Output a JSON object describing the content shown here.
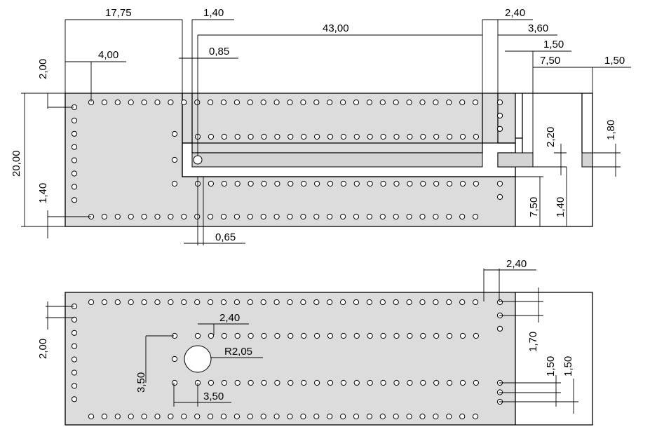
{
  "colors": {
    "board": "#dcdcdc",
    "line": "#000000",
    "background": "#ffffff"
  },
  "top_view": {
    "dimensions": {
      "d_17_75": "17,75",
      "d_1_40_top": "1,40",
      "d_43_00": "43,00",
      "d_2_40_top": "2,40",
      "d_3_60": "3,60",
      "d_1_50_a": "1,50",
      "d_7_50_h": "7,50",
      "d_1_50_b": "1,50",
      "d_4_00": "4,00",
      "d_0_85": "0,85",
      "d_2_00_left": "2,00",
      "d_20_00": "20,00",
      "d_1_40_left": "1,40",
      "d_2_20": "2,20",
      "d_1_80": "1,80",
      "d_7_50_v": "7,50",
      "d_1_40_right": "1,40",
      "d_0_65": "0,65"
    }
  },
  "bottom_view": {
    "dimensions": {
      "d_2_40_top": "2,40",
      "d_2_40_inner": "2,40",
      "d_r2_05": "R2,05",
      "d_2_00_left": "2,00",
      "d_3_50_v": "3,50",
      "d_3_50_h": "3,50",
      "d_1_70": "1,70",
      "d_1_50_a": "1,50",
      "d_1_50_b": "1,50"
    }
  }
}
